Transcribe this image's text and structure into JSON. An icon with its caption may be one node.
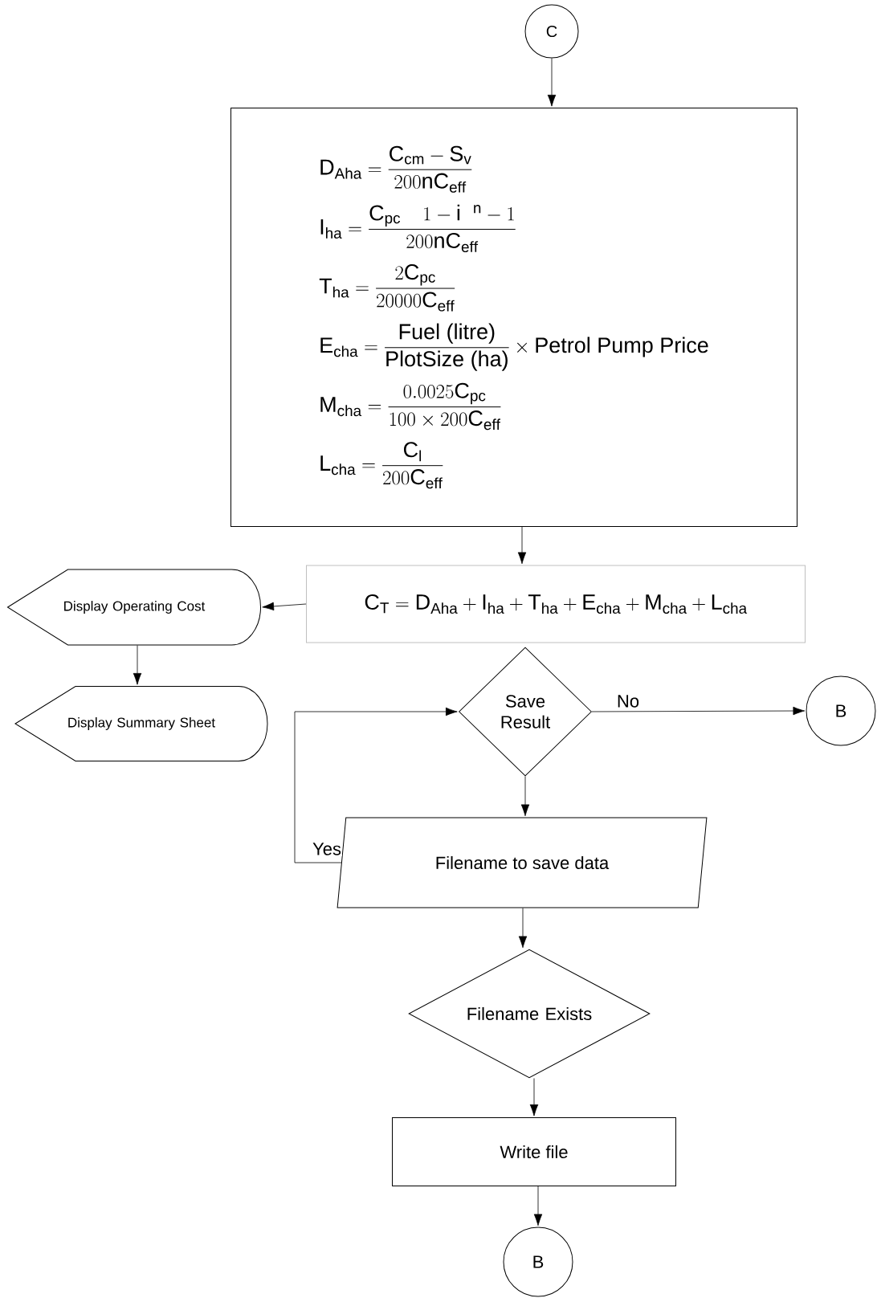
{
  "diagram": {
    "nodes": [
      {
        "text": [
          "C"
        ]
      },
      {
        "text": [
          "\\mathrm{D}_{\\mathrm{Aha}} = \\frac{\\mathrm{C}_{\\mathrm{cm}} - \\mathrm{S}_{\\mathrm{v}}}{200\\mathrm{n}\\mathrm{C}_{\\mathrm{eff}}}",
          "\\mathrm{I}_{\\mathrm{ha}} = \\frac{\\mathrm{C}_{\\mathrm{pc}}\\quad 1 - \\mathrm{i}\\ \\ ^{\\mathrm{n}} - 1}{200\\mathrm{n}\\mathrm{C}_{\\mathrm{eff}}}",
          "\\mathrm{T}_{\\mathrm{ha}} = \\frac{2\\mathrm{C}_{\\mathrm{pc}}}{20000\\mathrm{C}_{\\mathrm{eff}}}",
          "\\mathrm{E}_{\\mathrm{cha}} = \\frac{\\text{Fuel (litre)}}{\\text{PlotSize (ha)}} \\times \\text{Petrol Pump Price}",
          "\\mathrm{M}_{\\mathrm{cha}} = \\frac{0.0025\\mathrm{C}_{\\mathrm{pc}}}{100 \\times 200\\mathrm{C}_{\\mathrm{eff}}}",
          "\\mathrm{L}_{\\mathrm{cha}} = \\frac{\\mathrm{C}_{\\mathrm{l}}}{200\\mathrm{C}_{\\mathrm{eff}}}"
        ]
      },
      {
        "text": [
          "\\mathrm{C}_{\\mathrm{T}} = \\mathrm{D}_{\\mathrm{Aha}} + \\mathrm{I}_{\\mathrm{ha}} + \\mathrm{T}_{\\mathrm{ha}} + \\mathrm{E}_{\\mathrm{cha}} + \\mathrm{M}_{\\mathrm{cha}} + \\mathrm{L}_{\\mathrm{cha}}"
        ]
      },
      {
        "text": [
          "Display Operating Cost"
        ]
      },
      {
        "text": [
          "Display Summary Sheet"
        ]
      },
      {
        "text": [
          "Save Result"
        ]
      },
      {
        "text": [
          "B"
        ]
      },
      {
        "text": [
          "Filename to save data"
        ]
      },
      {
        "text": [
          "Filename Exists"
        ]
      },
      {
        "text": [
          "Write file"
        ]
      },
      {
        "text": [
          "B"
        ]
      }
    ],
    "edges": [
      {
        "from": 0,
        "to": 1,
        "arrow": "to"
      },
      {
        "from": 1,
        "to": 2,
        "arrow": "to"
      },
      {
        "from": 2,
        "to": 3,
        "arrow": "to"
      },
      {
        "from": 3,
        "to": 4,
        "arrow": "to"
      },
      {
        "from": 5,
        "to": 6,
        "arrow": "to",
        "label": "No"
      },
      {
        "from": 5,
        "to": 7,
        "arrow": "to"
      },
      {
        "from": 7,
        "to": 5,
        "arrow": "to",
        "label": "Yes"
      },
      {
        "from": 7,
        "to": 8,
        "arrow": "to"
      },
      {
        "from": 8,
        "to": 9,
        "arrow": "to"
      },
      {
        "from": 9,
        "to": 10,
        "arrow": "to"
      }
    ]
  }
}
